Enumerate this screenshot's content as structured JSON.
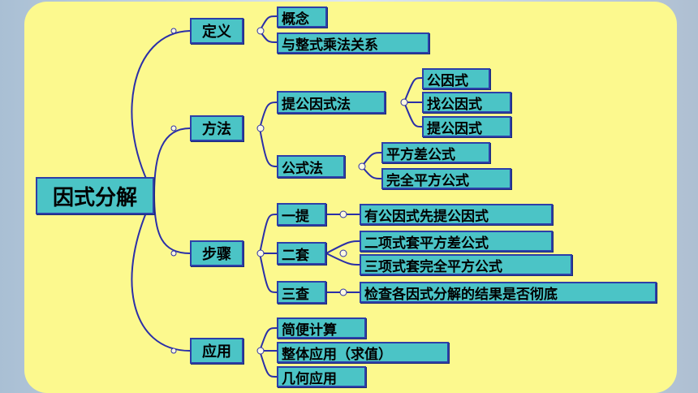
{
  "root": {
    "label": "因式分解"
  },
  "branches": {
    "definition": {
      "label": "定义",
      "children": [
        "概念",
        "与整式乘法关系"
      ]
    },
    "method": {
      "label": "方法",
      "common_factor": {
        "label": "提公因式法",
        "children": [
          "公因式",
          "找公因式",
          "提公因式"
        ]
      },
      "formula": {
        "label": "公式法",
        "children": [
          "平方差公式",
          "完全平方公式"
        ]
      }
    },
    "steps": {
      "label": "步骤",
      "step1": {
        "label": "一提",
        "children": [
          "有公因式先提公因式"
        ]
      },
      "step2": {
        "label": "二套",
        "children": [
          "二项式套平方差公式",
          "三项式套完全平方公式"
        ]
      },
      "step3": {
        "label": "三查",
        "children": [
          "检查各因式分解的结果是否彻底"
        ]
      }
    },
    "application": {
      "label": "应用",
      "children": [
        "简便计算",
        "整体应用（求值）",
        "几何应用"
      ]
    }
  }
}
